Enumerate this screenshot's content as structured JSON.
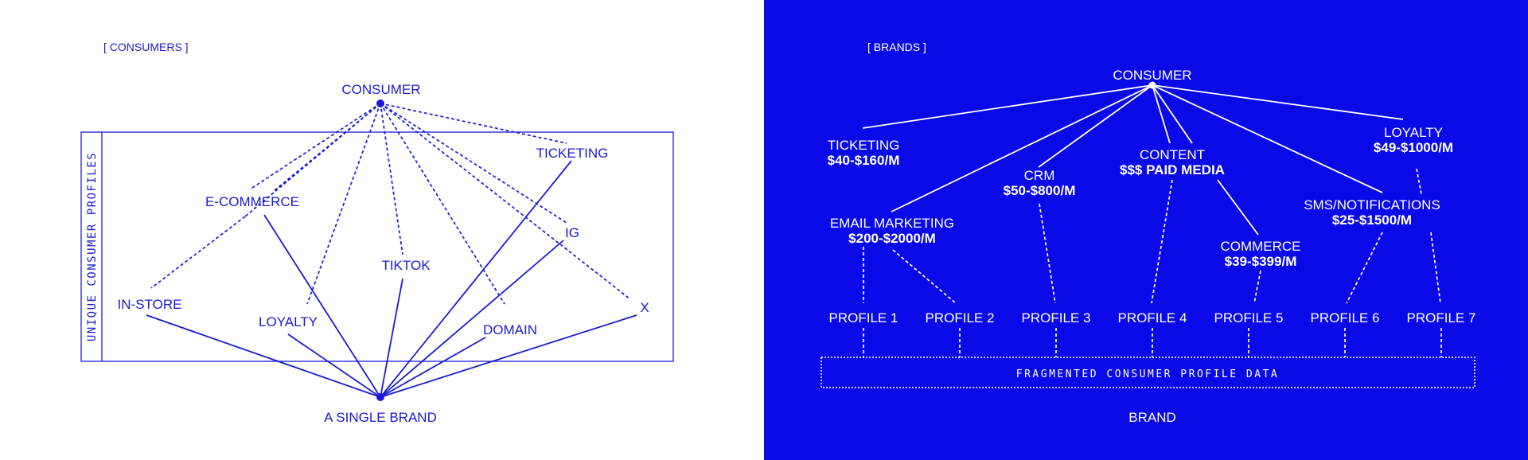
{
  "colors": {
    "left_bg": "#ffffff",
    "right_bg": "#0a0ae8",
    "ink_blue": "#1a1ad8",
    "ink_white": "#ffffff"
  },
  "left": {
    "section_label": "[ CONSUMERS ]",
    "consumer": "CONSUMER",
    "brand": "A SINGLE BRAND",
    "box_label": "UNIQUE CONSUMER PROFILES",
    "channels": {
      "ticketing": "TICKETING",
      "ecommerce": "E-COMMERCE",
      "ig": "IG",
      "tiktok": "TIKTOK",
      "instore": "IN-STORE",
      "loyalty": "LOYALTY",
      "domain": "DOMAIN",
      "x": "X"
    }
  },
  "right": {
    "section_label": "[ BRANDS ]",
    "consumer": "CONSUMER",
    "brand": "BRAND",
    "fragmented": "FRAGMENTED CONSUMER PROFILE DATA",
    "channels": {
      "ticketing": {
        "name": "TICKETING",
        "cost": "$40-$160/M"
      },
      "email": {
        "name": "EMAIL MARKETING",
        "cost": "$200-$2000/M"
      },
      "crm": {
        "name": "CRM",
        "cost": "$50-$800/M"
      },
      "content": {
        "name": "CONTENT",
        "cost": "$$$ PAID MEDIA"
      },
      "commerce": {
        "name": "COMMERCE",
        "cost": "$39-$399/M"
      },
      "sms": {
        "name": "SMS/NOTIFICATIONS",
        "cost": "$25-$1500/M"
      },
      "loyalty": {
        "name": "LOYALTY",
        "cost": "$49-$1000/M"
      }
    },
    "profiles": [
      "PROFILE 1",
      "PROFILE 2",
      "PROFILE 3",
      "PROFILE 4",
      "PROFILE 5",
      "PROFILE 6",
      "PROFILE 7"
    ]
  }
}
